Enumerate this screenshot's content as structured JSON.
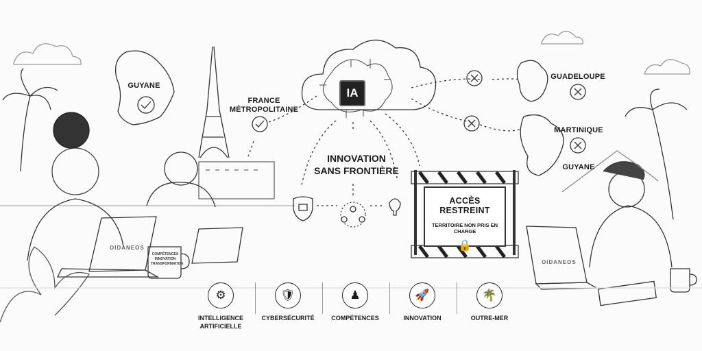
{
  "map_labels": {
    "guyane_left": "GUYANE",
    "france_line1": "FRANCE",
    "france_line2": "MÉTROPOLITAINE",
    "guadeloupe": "GUADELOUPE",
    "martinique": "MARTINIQUE",
    "guyane_right": "GUYANE"
  },
  "center": {
    "ia_chip": "IA",
    "title_line1": "INNOVATION",
    "title_line2": "SANS FRONTIÈRE"
  },
  "sign": {
    "heading": "ACCÈS RESTREINT",
    "subtext": "TERRITOIRE NON PRIS EN CHARGE"
  },
  "branding": {
    "laptop_left": "OIDANEOS",
    "laptop_right": "OIDANEOS",
    "mug_line1": "COMPÉTENCES",
    "mug_line2": "INNOVATION",
    "mug_line3": "TRANSFORMATION"
  },
  "features": [
    {
      "icon": "brain-icon",
      "line1": "INTELLIGENCE",
      "line2": "ARTIFICIELLE"
    },
    {
      "icon": "shield-lock-icon",
      "line1": "CYBERSÉCURITÉ",
      "line2": ""
    },
    {
      "icon": "people-icon",
      "line1": "COMPÉTENCES",
      "line2": ""
    },
    {
      "icon": "rocket-icon",
      "line1": "INNOVATION",
      "line2": ""
    },
    {
      "icon": "palm-tree-icon",
      "line1": "OUTRE-MER",
      "line2": ""
    }
  ]
}
